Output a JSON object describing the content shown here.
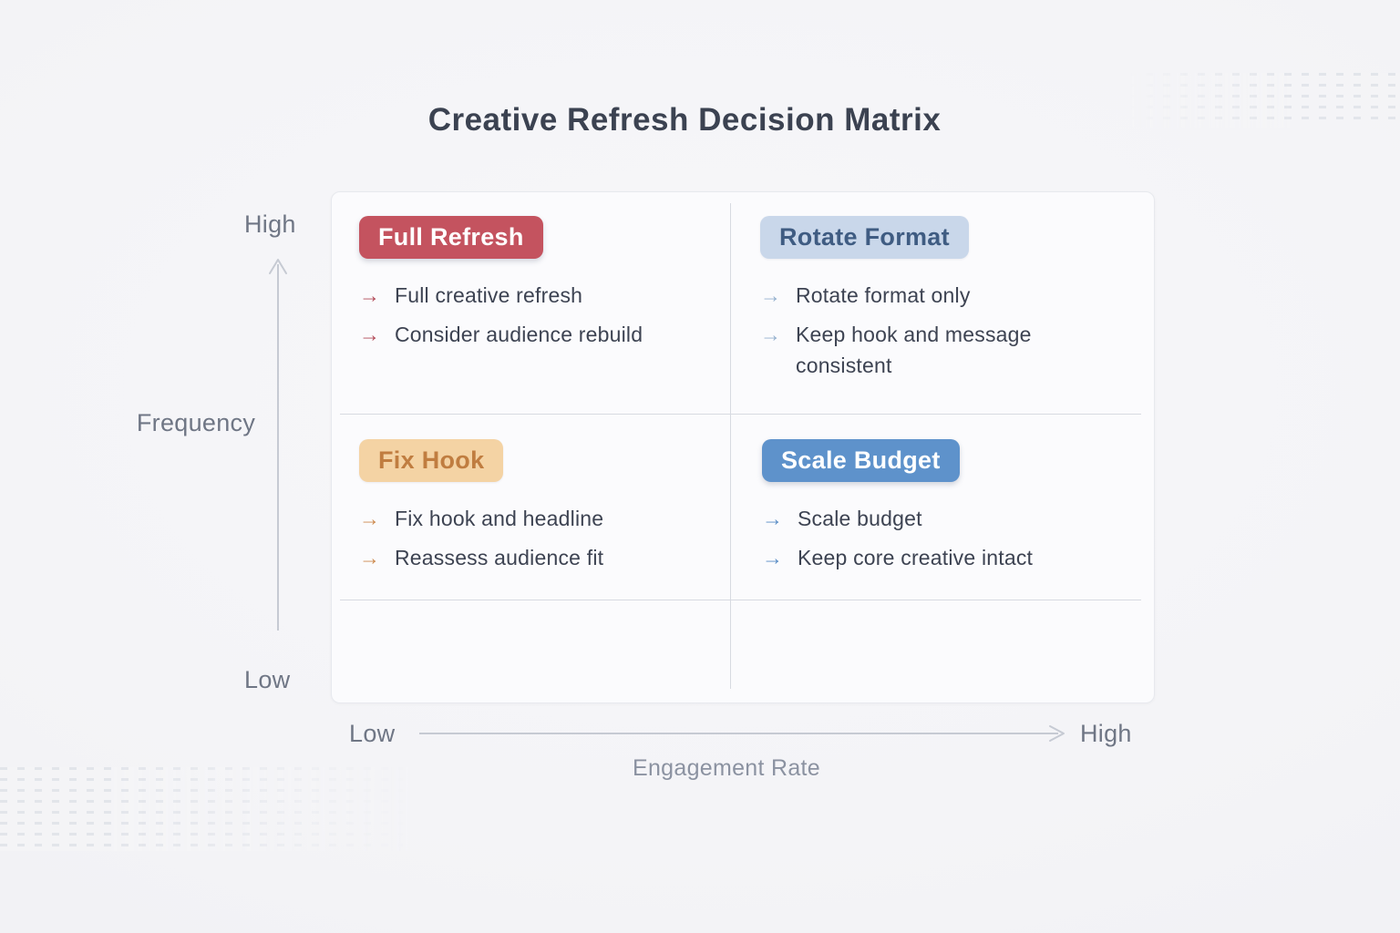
{
  "title": "Creative Refresh Decision Matrix",
  "axes": {
    "y": {
      "label": "Frequency",
      "top": "High",
      "bottom": "Low"
    },
    "x": {
      "label": "Engagement Rate",
      "left": "Low",
      "right": "High"
    }
  },
  "glyphs": {
    "bullet_arrow": "→"
  },
  "colors": {
    "background": "#f4f4f7",
    "card_background": "#fbfbfd",
    "card_border": "#e7e9ee",
    "divider": "#d7dae1",
    "title_text": "#3b4251",
    "body_text": "#3d4352",
    "axis_text": "#6f7685",
    "axis_caption_text": "#8b92a1",
    "axis_line": "#c6cad3"
  },
  "quadrants": [
    {
      "position": "top-left",
      "badge": {
        "label": "Full Refresh",
        "bg": "#c4535f",
        "text_color": "#ffffff"
      },
      "arrow_color": "#b24a58",
      "items": [
        "Full creative refresh",
        "Consider audience rebuild"
      ]
    },
    {
      "position": "top-right",
      "badge": {
        "label": "Rotate Format",
        "bg": "#c9d7ea",
        "text_color": "#3f5c82"
      },
      "arrow_color": "#94b0ce",
      "items": [
        "Rotate format only",
        "Keep hook and message consistent"
      ]
    },
    {
      "position": "bottom-left",
      "badge": {
        "label": "Fix Hook",
        "bg": "#f4d3a4",
        "text_color": "#c07d40"
      },
      "arrow_color": "#cd8a4e",
      "items": [
        "Fix hook and headline",
        "Reassess audience fit"
      ]
    },
    {
      "position": "bottom-right",
      "badge": {
        "label": "Scale Budget",
        "bg": "#5e92cb",
        "text_color": "#ffffff"
      },
      "arrow_color": "#5a8dc5",
      "items": [
        "Scale budget",
        "Keep core creative intact"
      ]
    }
  ]
}
